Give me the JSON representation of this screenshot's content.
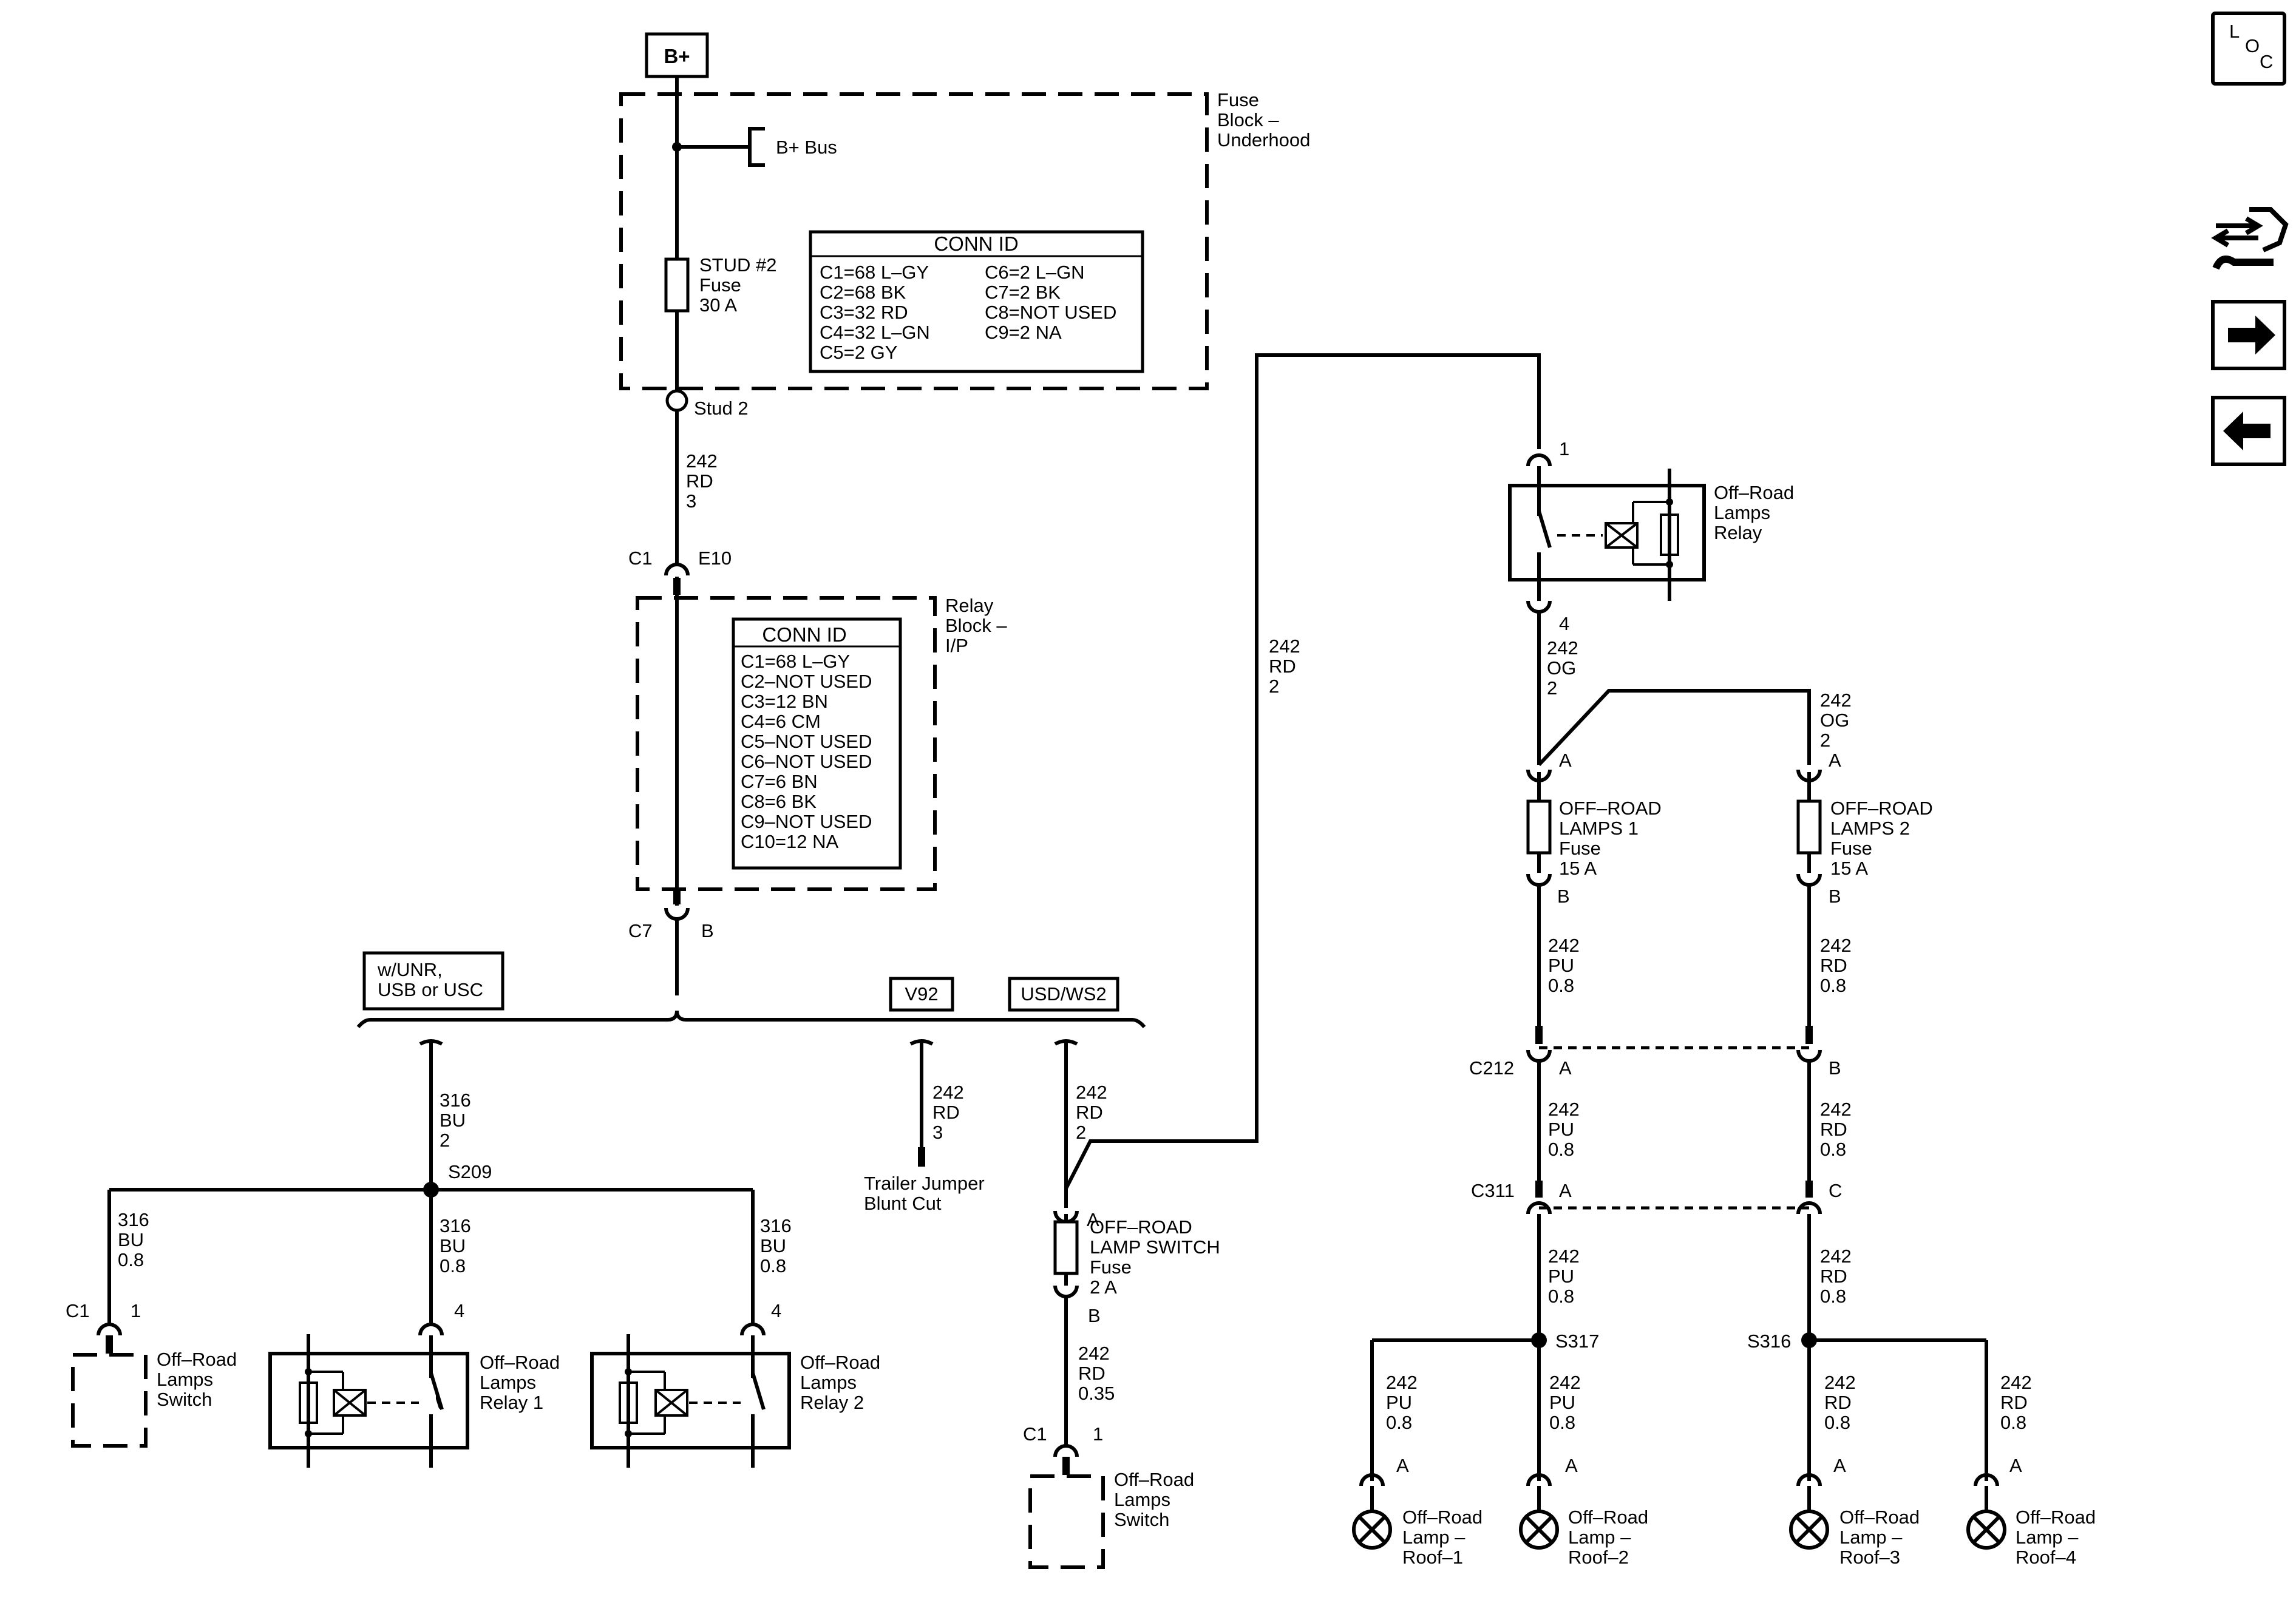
{
  "power": {
    "bplus": "B+",
    "bus": "B+ Bus",
    "stud_label": "Stud 2"
  },
  "fuse_block": {
    "title": [
      "Fuse",
      "Block –",
      "Underhood"
    ],
    "stud_fuse": [
      "STUD #2",
      "Fuse",
      "30 A"
    ],
    "conn_title": "CONN ID",
    "conn_left": [
      "C1=68 L–GY",
      "C2=68 BK",
      "C3=32 RD",
      "C4=32 L–GN",
      "C5=2 GY"
    ],
    "conn_right": [
      "C6=2 L–GN",
      "C7=2 BK",
      "C8=NOT USED",
      "C9=2 NA"
    ]
  },
  "relay_block": {
    "title": [
      "Relay",
      "Block –",
      "I/P"
    ],
    "conn_title": "CONN ID",
    "conn": [
      "C1=68 L–GY",
      "C2–NOT USED",
      "C3=12 BN",
      "C4=6 CM",
      "C5–NOT USED",
      "C6–NOT USED",
      "C7=6 BN",
      "C8=6 BK",
      "C9–NOT USED",
      "C10=12 NA"
    ],
    "c1": "C1",
    "e10": "E10",
    "c7": "C7",
    "b": "B"
  },
  "wires": {
    "main": [
      "242",
      "RD",
      "3"
    ],
    "left_branch": [
      "316",
      "BU",
      "2"
    ],
    "trailer": [
      "242",
      "RD",
      "3"
    ],
    "usd_branch": [
      "242",
      "RD",
      "2"
    ],
    "long_run": [
      "242",
      "RD",
      "2"
    ],
    "switch_feed": [
      "242",
      "RD",
      "0.35"
    ],
    "to_switch": [
      "316",
      "BU",
      "0.8"
    ],
    "to_relay1": [
      "316",
      "BU",
      "0.8"
    ],
    "to_relay2": [
      "316",
      "BU",
      "0.8"
    ],
    "relay_out": [
      "242",
      "OG",
      "2"
    ],
    "fuse2_feed": [
      "242",
      "OG",
      "2"
    ],
    "pu_top": [
      "242",
      "PU",
      "0.8"
    ],
    "rd_top": [
      "242",
      "RD",
      "0.8"
    ],
    "pu_mid": [
      "242",
      "PU",
      "0.8"
    ],
    "rd_mid": [
      "242",
      "RD",
      "0.8"
    ],
    "pu_low": [
      "242",
      "PU",
      "0.8"
    ],
    "rd_low": [
      "242",
      "RD",
      "0.8"
    ],
    "lamp1": [
      "242",
      "PU",
      "0.8"
    ],
    "lamp2": [
      "242",
      "PU",
      "0.8"
    ],
    "lamp3": [
      "242",
      "RD",
      "0.8"
    ],
    "lamp4": [
      "242",
      "RD",
      "0.8"
    ]
  },
  "options": {
    "unr": [
      "w/UNR,",
      "USB or USC"
    ],
    "v92": "V92",
    "usd": "USD/WS2"
  },
  "splices": {
    "s209": "S209",
    "s317": "S317",
    "s316": "S316"
  },
  "trailer": [
    "Trailer Jumper",
    "Blunt Cut"
  ],
  "components": {
    "switch_left": [
      "Off–Road",
      "Lamps",
      "Switch"
    ],
    "relay1": [
      "Off–Road",
      "Lamps",
      "Relay 1"
    ],
    "relay2": [
      "Off–Road",
      "Lamps",
      "Relay 2"
    ],
    "switch_fuse": [
      "OFF–ROAD",
      "LAMP SWITCH",
      "Fuse",
      "2 A"
    ],
    "switch_center": [
      "Off–Road",
      "Lamps",
      "Switch"
    ],
    "relay_main": [
      "Off–Road",
      "Lamps",
      "Relay"
    ],
    "fuse1": [
      "OFF–ROAD",
      "LAMPS 1",
      "Fuse",
      "15 A"
    ],
    "fuse2": [
      "OFF–ROAD",
      "LAMPS 2",
      "Fuse",
      "15 A"
    ],
    "lamp1": [
      "Off–Road",
      "Lamp –",
      "Roof–1"
    ],
    "lamp2": [
      "Off–Road",
      "Lamp –",
      "Roof–2"
    ],
    "lamp3": [
      "Off–Road",
      "Lamp –",
      "Roof–3"
    ],
    "lamp4": [
      "Off–Road",
      "Lamp –",
      "Roof–4"
    ]
  },
  "pins": {
    "c1": "C1",
    "p1": "1",
    "p4": "4",
    "a": "A",
    "b": "B",
    "c": "C",
    "c212": "C212",
    "c311": "C311"
  },
  "nav": {
    "loc": [
      "L",
      "O",
      "C"
    ]
  }
}
